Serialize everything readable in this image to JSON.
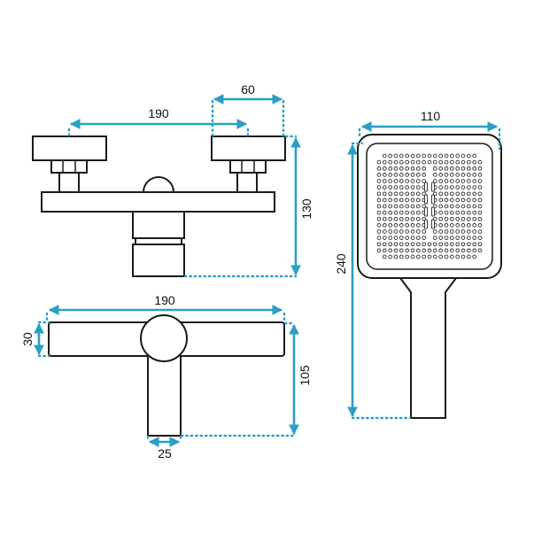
{
  "colors": {
    "dimension": "#2a9fc4",
    "outline": "#1a1a1a",
    "background": "#ffffff"
  },
  "dimensions": {
    "top_center_spacing": "190",
    "top_handle_width": "60",
    "top_height": "130",
    "bottom_width": "190",
    "bottom_height": "30",
    "bottom_depth": "105",
    "bottom_outlet": "25",
    "shower_head_width": "110",
    "shower_length": "240"
  },
  "shower_head": {
    "hole_columns": 19,
    "hole_rows": 17
  }
}
